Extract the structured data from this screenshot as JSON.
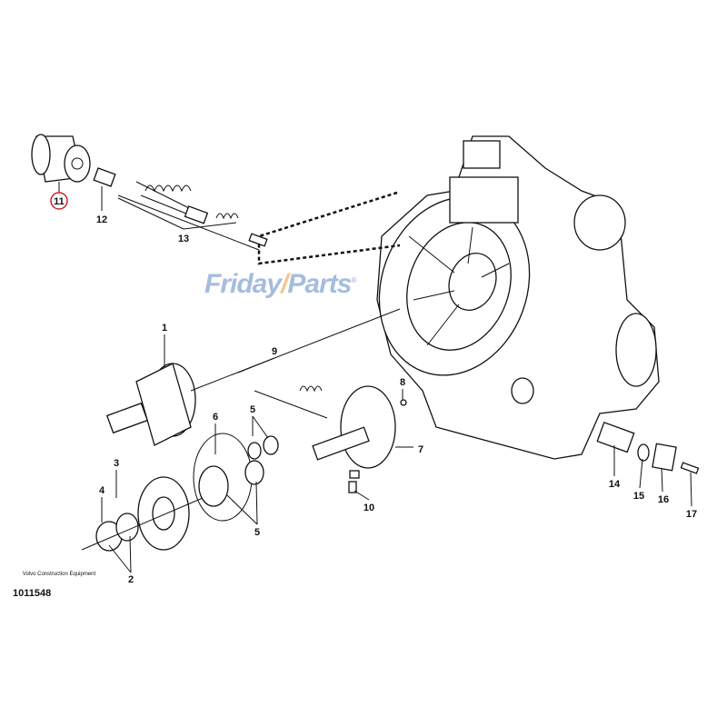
{
  "diagram": {
    "callouts": [
      {
        "id": "11",
        "label": "11",
        "highlighted": true
      },
      {
        "id": "12",
        "label": "12"
      },
      {
        "id": "13",
        "label": "13"
      },
      {
        "id": "1",
        "label": "1"
      },
      {
        "id": "9",
        "label": "9"
      },
      {
        "id": "8",
        "label": "8"
      },
      {
        "id": "6",
        "label": "6"
      },
      {
        "id": "5a",
        "label": "5"
      },
      {
        "id": "7",
        "label": "7"
      },
      {
        "id": "3",
        "label": "3"
      },
      {
        "id": "4",
        "label": "4"
      },
      {
        "id": "5b",
        "label": "5"
      },
      {
        "id": "10",
        "label": "10"
      },
      {
        "id": "2",
        "label": "2"
      },
      {
        "id": "14",
        "label": "14"
      },
      {
        "id": "15",
        "label": "15"
      },
      {
        "id": "16",
        "label": "16"
      },
      {
        "id": "17",
        "label": "17"
      }
    ],
    "highlight_color": "#d0202a",
    "credit": "Volvo Construction Equipment",
    "doc_number": "1011548",
    "watermark": {
      "text_a": "Friday",
      "text_b": "Parts",
      "mark": "®",
      "color_main": "#7fa0d0",
      "color_accent": "#f0b060"
    }
  }
}
